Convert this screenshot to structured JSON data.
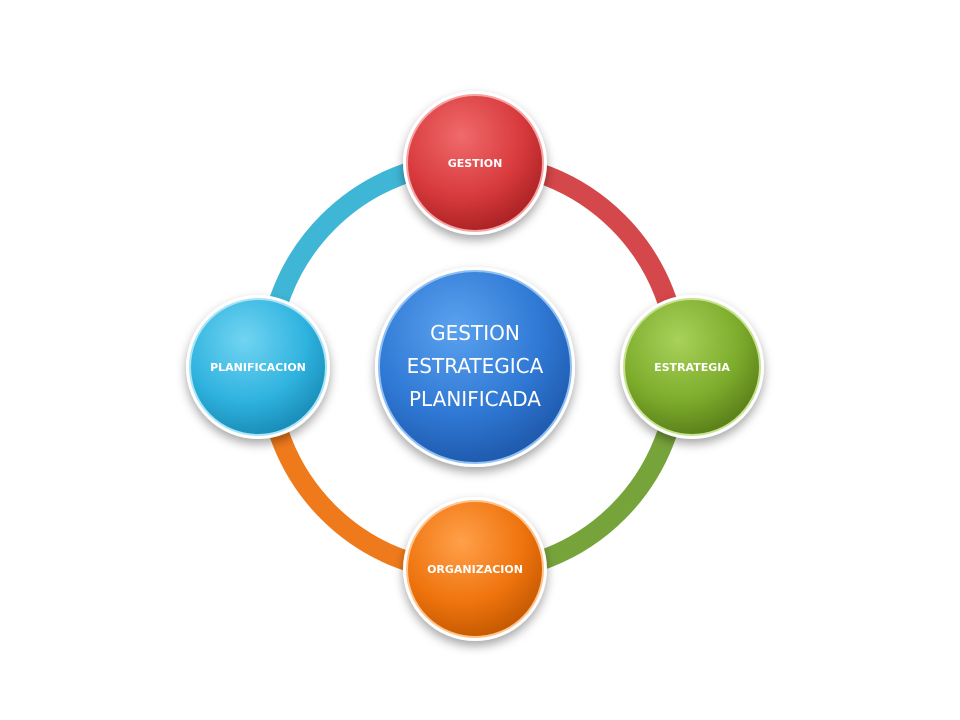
{
  "center": {
    "lines": [
      "GESTION",
      "ESTRATEGICA",
      "PLANIFICADA"
    ],
    "color": "#2f78d4"
  },
  "nodes": [
    {
      "id": "gestion",
      "label": "GESTION",
      "color": "#d83a3c"
    },
    {
      "id": "estrategia",
      "label": "ESTRATEGIA",
      "color": "#7dac2c"
    },
    {
      "id": "organizacion",
      "label": "ORGANIZACION",
      "color": "#ef740e"
    },
    {
      "id": "planificacion",
      "label": "PLANIFICACION",
      "color": "#2fb3df"
    }
  ],
  "arcs": [
    {
      "from": "gestion",
      "to": "estrategia",
      "color": "#d4474a"
    },
    {
      "from": "estrategia",
      "to": "organizacion",
      "color": "#77a33b"
    },
    {
      "from": "organizacion",
      "to": "planificacion",
      "color": "#ef7a1c"
    },
    {
      "from": "planificacion",
      "to": "gestion",
      "color": "#3fb6d6"
    }
  ]
}
